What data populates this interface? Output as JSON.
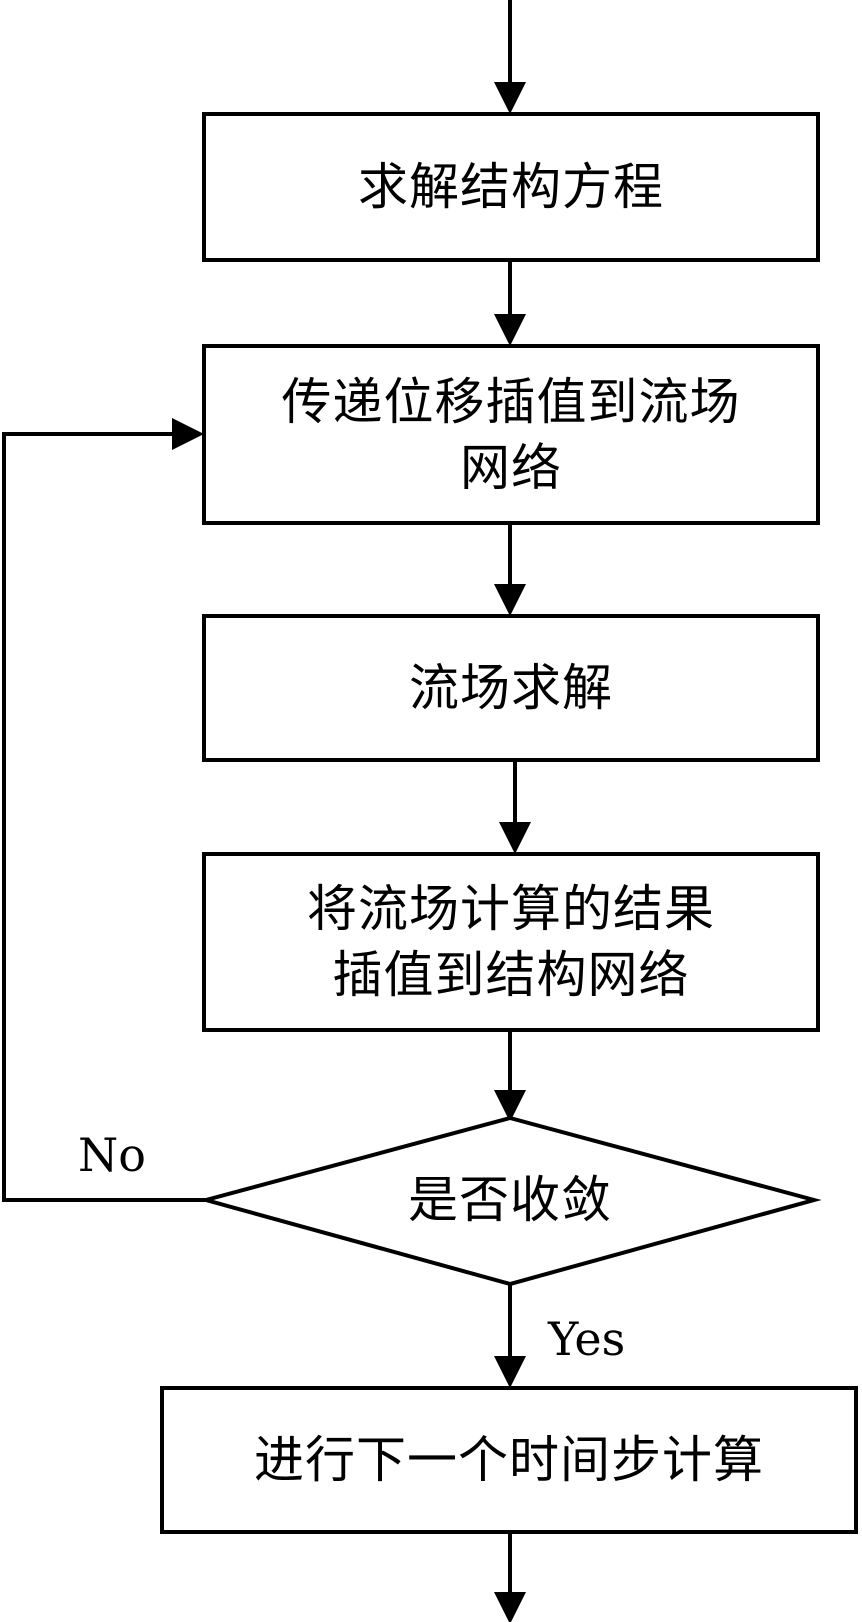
{
  "flowchart": {
    "nodes": [
      {
        "id": "solve_structure",
        "shape": "box",
        "label": "求解结构方程"
      },
      {
        "id": "transfer_displacement",
        "shape": "box",
        "label": "传递位移插值到流场\n网络"
      },
      {
        "id": "solve_flow",
        "shape": "box",
        "label": "流场求解"
      },
      {
        "id": "interpolate_results",
        "shape": "box",
        "label": "将流场计算的结果\n插值到结构网络"
      },
      {
        "id": "convergence_check",
        "shape": "diamond",
        "label": "是否收敛"
      },
      {
        "id": "next_time_step",
        "shape": "box",
        "label": "进行下一个时间步计算"
      }
    ],
    "edges": [
      {
        "from": "",
        "to": "solve_structure"
      },
      {
        "from": "solve_structure",
        "to": "transfer_displacement"
      },
      {
        "from": "transfer_displacement",
        "to": "solve_flow"
      },
      {
        "from": "solve_flow",
        "to": "interpolate_results"
      },
      {
        "from": "interpolate_results",
        "to": "convergence_check"
      },
      {
        "from": "convergence_check",
        "to": "next_time_step",
        "label": "Yes"
      },
      {
        "from": "convergence_check",
        "to": "transfer_displacement",
        "label": "No"
      },
      {
        "from": "next_time_step",
        "to": ""
      }
    ]
  }
}
